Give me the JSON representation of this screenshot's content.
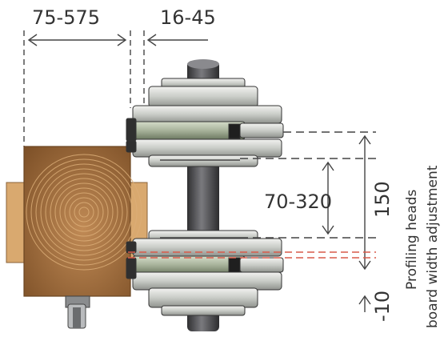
{
  "labels": {
    "board_width_range": "75-575",
    "offset_range": "16-45",
    "head_gap_range": "70-320",
    "head_height": "150",
    "below_offset": "-10",
    "side_title_line1": "Profiling heads",
    "side_title_line2": "board width adjustment"
  },
  "colors": {
    "wood_dark": "#9a6a3d",
    "wood_light": "#d7a56b",
    "disc_grey": "#c9ccc7",
    "disc_green": "#a8b39b",
    "shaft": "#4b4b4e",
    "dim_line": "#444444",
    "red_line": "#d95a4a"
  }
}
